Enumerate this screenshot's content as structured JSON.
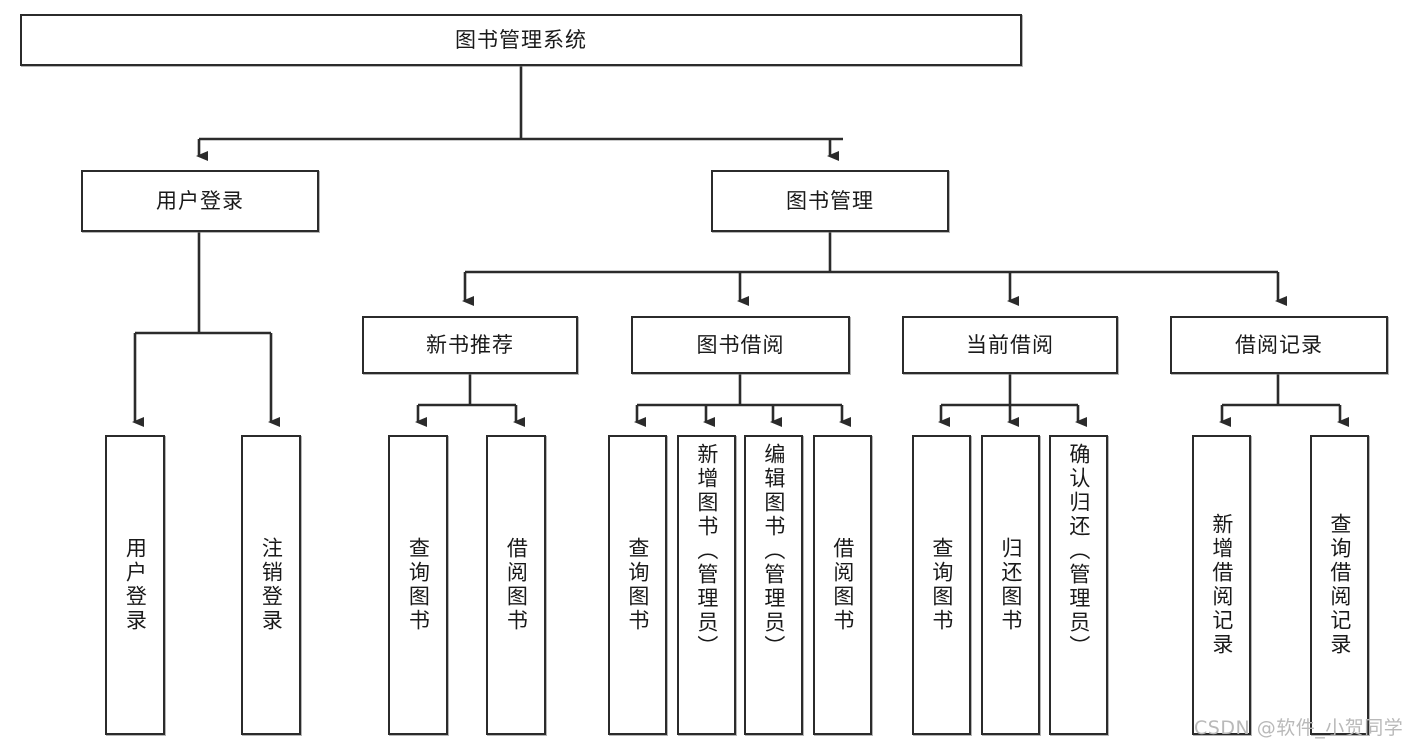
{
  "diagram": {
    "type": "tree",
    "title": "图书管理系统",
    "colors": {
      "box_border": "#2b2b2b",
      "box_fill": "#ffffff",
      "line": "#2b2b2b",
      "text": "#1a1a1a",
      "watermark": "#b9b9b9",
      "background": "#ffffff"
    },
    "nodes": {
      "root": {
        "label": "图书管理系统",
        "level": 1,
        "orientation": "horizontal"
      },
      "level2": [
        {
          "id": "user-login",
          "label": "用户登录",
          "orientation": "horizontal"
        },
        {
          "id": "book-manage",
          "label": "图书管理",
          "orientation": "horizontal"
        }
      ],
      "level3": [
        {
          "id": "new-book-recommend",
          "label": "新书推荐",
          "orientation": "horizontal",
          "parent": "book-manage"
        },
        {
          "id": "book-borrow",
          "label": "图书借阅",
          "orientation": "horizontal",
          "parent": "book-manage"
        },
        {
          "id": "current-borrow",
          "label": "当前借阅",
          "orientation": "horizontal",
          "parent": "book-manage"
        },
        {
          "id": "borrow-record",
          "label": "借阅记录",
          "orientation": "horizontal",
          "parent": "book-manage"
        }
      ],
      "leaves": [
        {
          "id": "leaf-user-login",
          "label": "用户登录",
          "parent": "user-login",
          "orientation": "vertical"
        },
        {
          "id": "leaf-user-logout",
          "label": "注销登录",
          "parent": "user-login",
          "orientation": "vertical"
        },
        {
          "id": "leaf-query-book-1",
          "label": "查询图书",
          "parent": "new-book-recommend",
          "orientation": "vertical"
        },
        {
          "id": "leaf-borrow-book-1",
          "label": "借阅图书",
          "parent": "new-book-recommend",
          "orientation": "vertical"
        },
        {
          "id": "leaf-query-book-2",
          "label": "查询图书",
          "parent": "book-borrow",
          "orientation": "vertical"
        },
        {
          "id": "leaf-add-book",
          "label": "新增图书（管理员）",
          "parent": "book-borrow",
          "orientation": "vertical"
        },
        {
          "id": "leaf-edit-book",
          "label": "编辑图书（管理员）",
          "parent": "book-borrow",
          "orientation": "vertical"
        },
        {
          "id": "leaf-borrow-book-2",
          "label": "借阅图书",
          "parent": "book-borrow",
          "orientation": "vertical"
        },
        {
          "id": "leaf-query-book-3",
          "label": "查询图书",
          "parent": "current-borrow",
          "orientation": "vertical"
        },
        {
          "id": "leaf-return-book",
          "label": "归还图书",
          "parent": "current-borrow",
          "orientation": "vertical"
        },
        {
          "id": "leaf-confirm-return",
          "label": "确认归还（管理员）",
          "parent": "current-borrow",
          "orientation": "vertical"
        },
        {
          "id": "leaf-add-record",
          "label": "新增借阅记录",
          "parent": "borrow-record",
          "orientation": "vertical"
        },
        {
          "id": "leaf-query-record",
          "label": "查询借阅记录",
          "parent": "borrow-record",
          "orientation": "vertical"
        }
      ]
    },
    "watermark": "CSDN @软件_小贺同学"
  }
}
